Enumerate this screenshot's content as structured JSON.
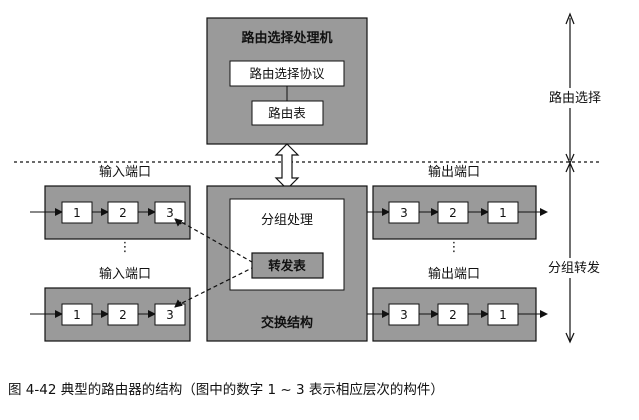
{
  "routing_processor": {
    "title": "路由选择处理机",
    "protocol": "路由选择协议",
    "table": "路由表"
  },
  "switch_fabric": {
    "processing": "分组处理",
    "forwarding_table": "转发表",
    "label": "交换结构"
  },
  "input_port": {
    "label": "输入端口",
    "stages": [
      "1",
      "2",
      "3"
    ]
  },
  "output_port": {
    "label": "输出端口",
    "stages": [
      "3",
      "2",
      "1"
    ]
  },
  "ellipsis": "⋮",
  "right_labels": {
    "routing": "路由选择",
    "forwarding": "分组转发"
  },
  "caption": "图 4-42   典型的路由器的结构（图中的数字 1 ~ 3 表示相应层次的构件）"
}
